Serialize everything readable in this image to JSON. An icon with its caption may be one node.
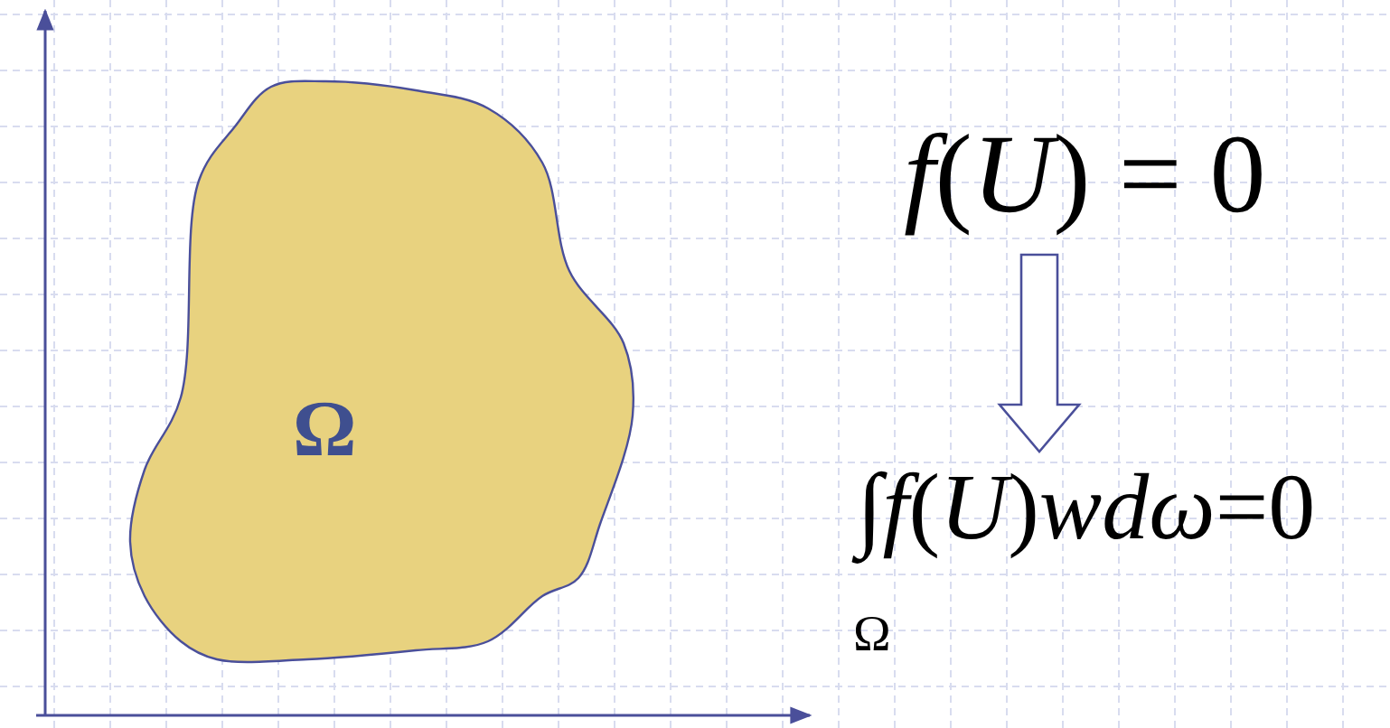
{
  "diagram": {
    "nodes": [
      {
        "text": [
          "Ω"
        ]
      },
      {
        "text": [
          "*f*(*U*) = 0"
        ]
      },
      {
        "text": [
          "∫*f*(*U*)*wdω*=0",
          "Ω"
        ]
      }
    ],
    "edges": [
      {
        "from": 1,
        "to": 2,
        "arrow": "to"
      }
    ]
  }
}
